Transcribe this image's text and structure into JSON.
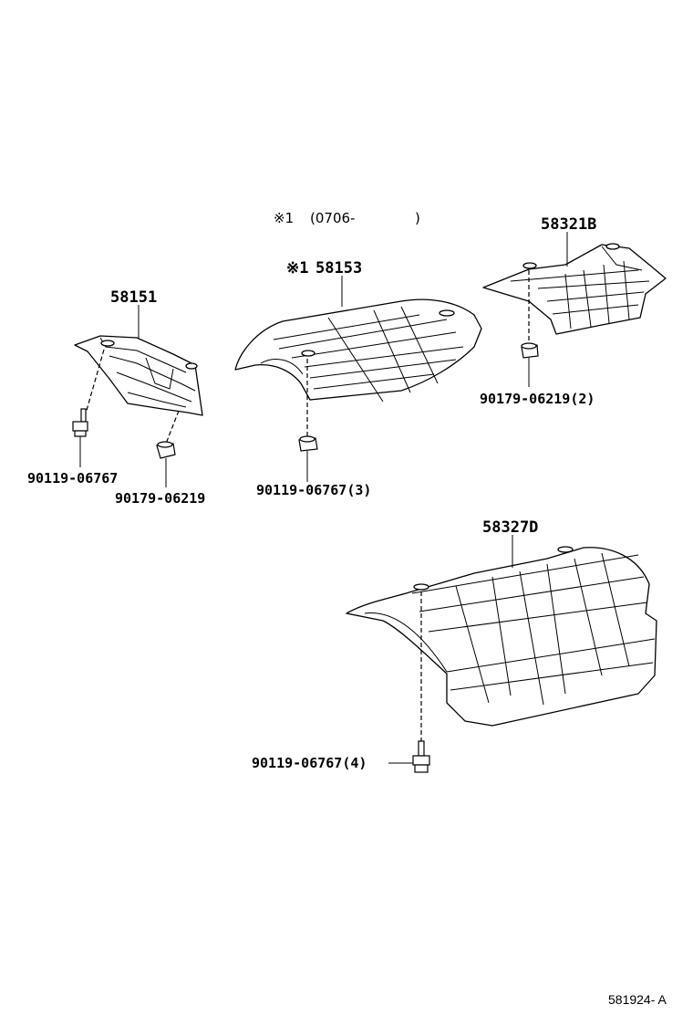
{
  "note": {
    "mark": "※1",
    "range": "(0706-",
    "close": ")"
  },
  "parts": {
    "p58151": "58151",
    "p58153": "58153",
    "p58153_mark": "※1",
    "p58321b": "58321B",
    "p58327d": "58327D"
  },
  "fasteners": {
    "f1": "90119-06767",
    "f2": "90179-06219",
    "f3": "90119-06767(3)",
    "f4": "90179-06219(2)",
    "f5": "90119-06767(4)"
  },
  "ref_code": "581924- A"
}
